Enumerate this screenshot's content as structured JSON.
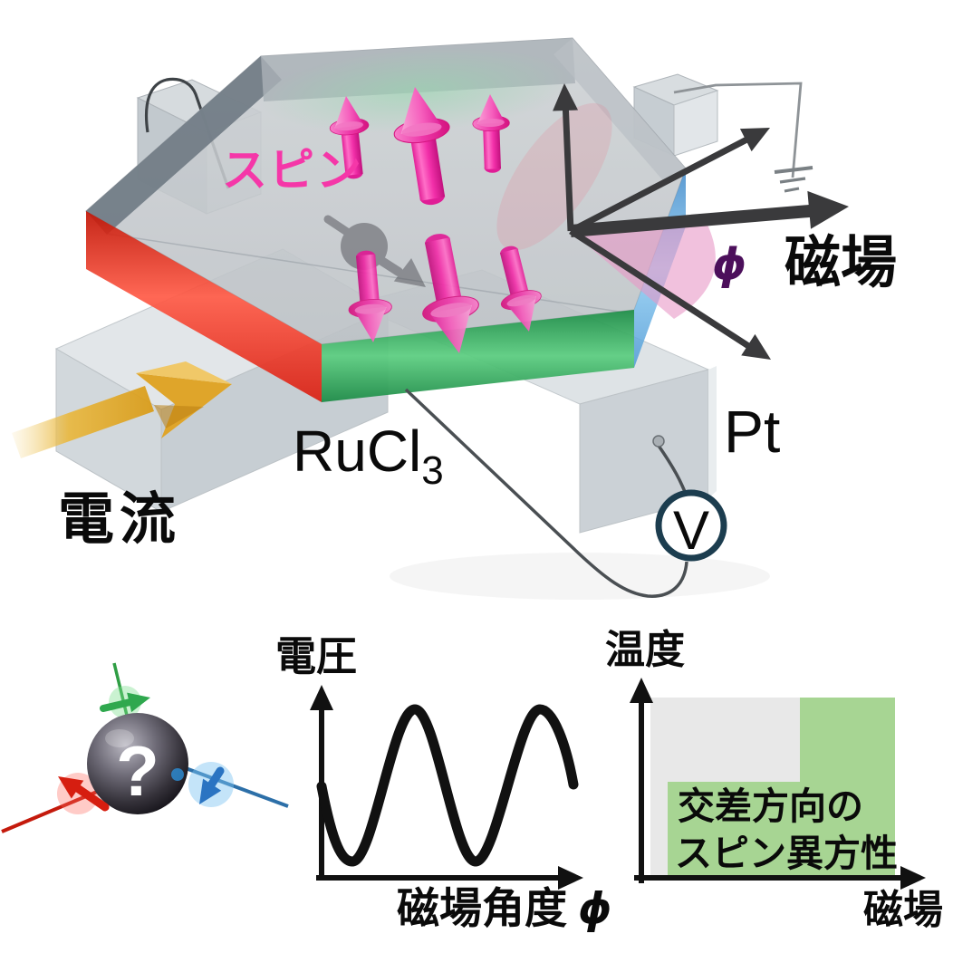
{
  "device": {
    "spin_label": "スピン",
    "field_label": "磁場",
    "phi_label": "ϕ",
    "current_label": "電流",
    "material": "RuCl",
    "material_subscript": "3",
    "electrode_label": "Pt",
    "voltmeter_label": "V",
    "unknown_mark": "?"
  },
  "voltage_plot": {
    "ylabel": "電圧",
    "xlabel_text": "磁場角度",
    "xlabel_symbol": "ϕ"
  },
  "phase_diagram": {
    "ylabel": "温度",
    "xlabel": "磁場",
    "region_line1": "交差方向の",
    "region_line2": "スピン異方性"
  },
  "chart_data": [
    {
      "type": "line",
      "ylabel": "電圧",
      "xlabel": "磁場角度 ϕ",
      "description": "schematic sinusoidal voltage vs in-plane field angle, two full oscillations, no tick labels",
      "waveform": "V ∝ −sin(2ϕ)",
      "n_oscillations": 2,
      "grid": false
    },
    {
      "type": "area",
      "ylabel": "温度",
      "xlabel": "磁場",
      "description": "schematic phase diagram: green region at high field (all temperatures) and low temperature (most fields); gray elsewhere",
      "regions": [
        {
          "label": "交差方向のスピン異方性",
          "color": "#A7D593"
        },
        {
          "label": "",
          "color": "#E8E8E8"
        }
      ],
      "grid": false
    }
  ],
  "colors": {
    "spin_pink": "#F537A8",
    "crystal_red_face": "#E8372A",
    "crystal_green_face": "#3FAE63",
    "crystal_blue_face": "#6FB4E4",
    "current_gold": "#E2A72E",
    "phi_purple": "#4C0F5B",
    "voltmeter_ring": "#1C3D4F",
    "phase_green": "#A7D593",
    "phase_gray": "#E8E8E8",
    "axis_black": "#111111",
    "arrow_dark": "#3A3A3C"
  }
}
